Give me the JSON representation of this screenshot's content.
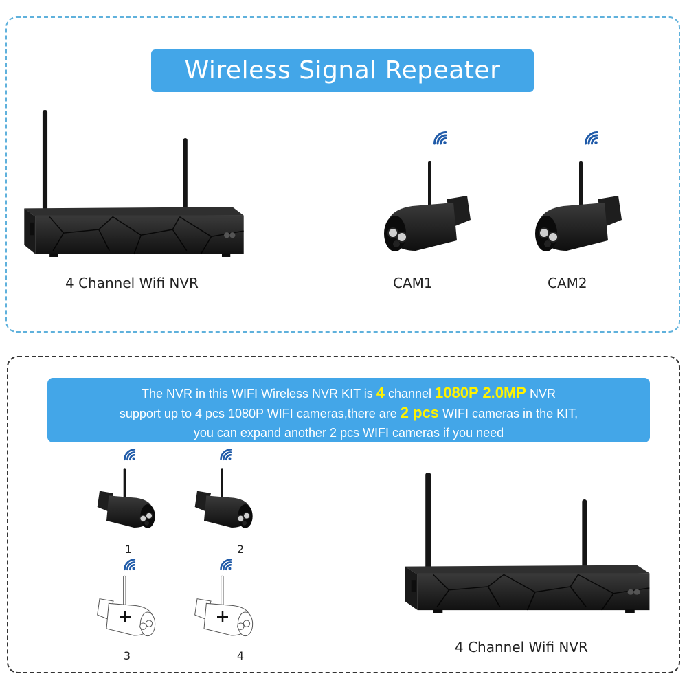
{
  "title": "Wireless Signal Repeater",
  "top_labels": {
    "nvr": "4 Channel Wifi NVR",
    "cam1": "CAM1",
    "cam2": "CAM2"
  },
  "info": {
    "line1": {
      "a": "The NVR in this WIFI Wireless NVR KIT is ",
      "b": "4",
      "c": " channel ",
      "d": "1080P 2.0MP",
      "e": " NVR"
    },
    "line2": {
      "a": "support up to 4 pcs 1080P WIFI cameras,there are ",
      "b": "2 pcs",
      "c": " WIFI cameras in the KIT,"
    },
    "line3": "you can expand another 2 pcs WIFI cameras if you need"
  },
  "camera_slots": [
    "1",
    "2",
    "3",
    "4"
  ],
  "bottom_label": "4 Channel Wifi NVR",
  "colors": {
    "banner": "#43a6e8",
    "highlight": "#fff200",
    "device": "#1b1b1b",
    "wifi_icon": "#1f5aa8"
  },
  "icons": [
    "wifi-signal-icon",
    "plus-icon"
  ]
}
